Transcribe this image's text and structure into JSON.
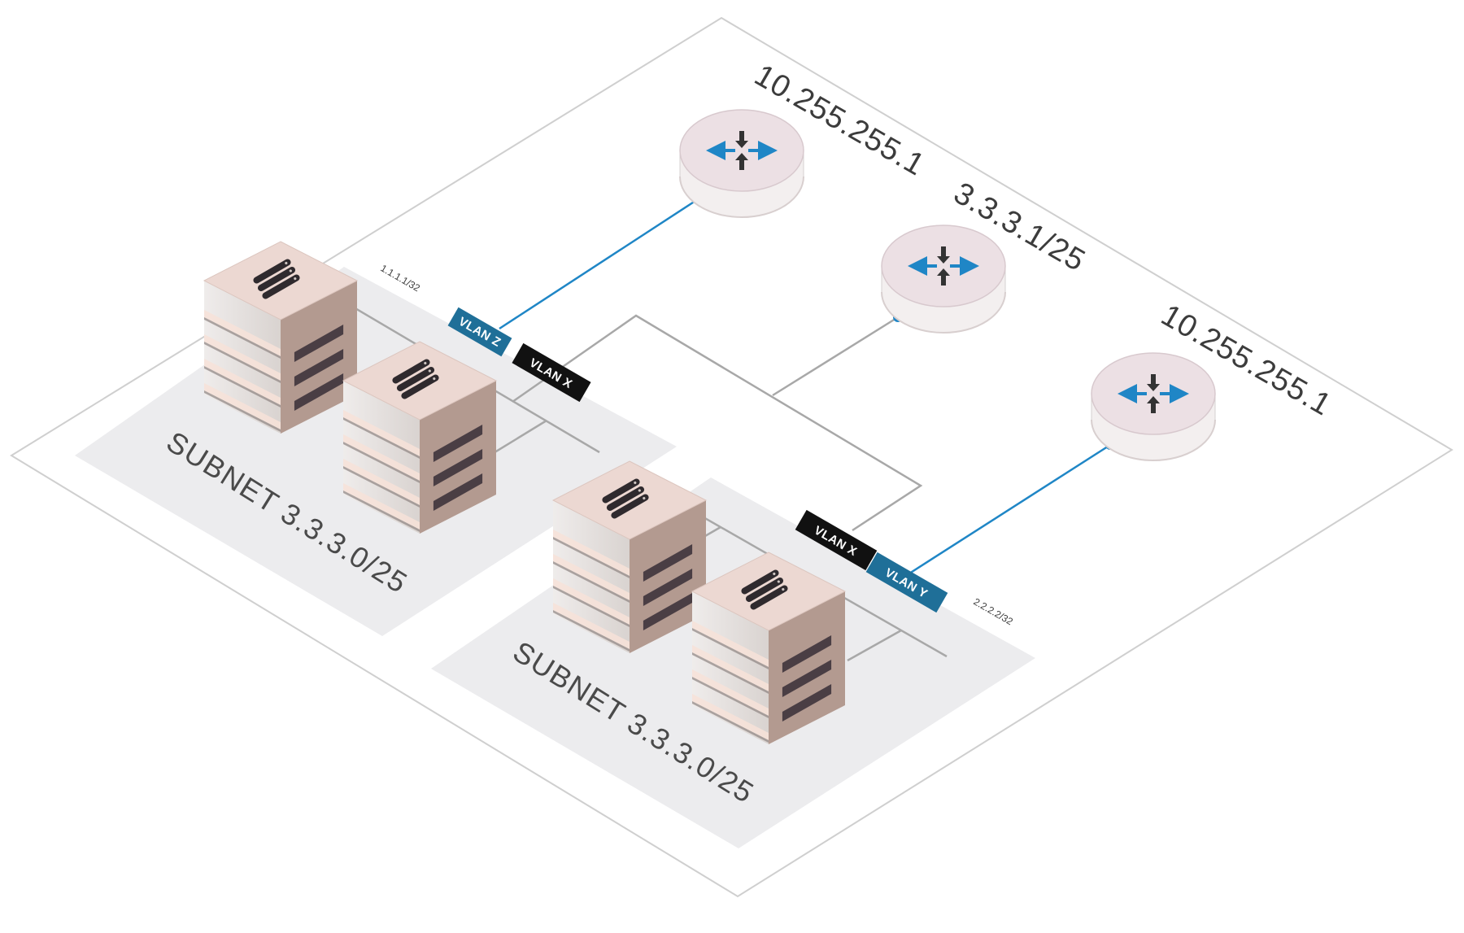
{
  "colors": {
    "background": "#ffffff",
    "outline": "#cfcfcf",
    "zone": "#ececee",
    "cable": "#a8a8a8",
    "accent_line": "#1f86c6",
    "vlan_blue": "#1f6f98",
    "vlan_black": "#111111",
    "router_top": "#ece0e4",
    "router_side": "#f3efef",
    "server_top": "#ecd8d2",
    "server_left": "#e6e3e1",
    "server_right": "#b39a90",
    "server_slot": "#4a3e44"
  },
  "zones": [
    {
      "subnet_label": "SUBNET 3.3.3.0/25",
      "ip_label": "1.1.1.1/32"
    },
    {
      "subnet_label": "SUBNET 3.3.3.0/25",
      "ip_label": "2.2.2.2/32"
    }
  ],
  "routers": [
    {
      "label": "10.255.255.1",
      "icon": "router-icon"
    },
    {
      "label": "3.3.3.1/25",
      "icon": "router-icon"
    },
    {
      "label": "10.255.255.1",
      "icon": "router-icon"
    }
  ],
  "vlan_tags": [
    {
      "label": "VLAN Z",
      "style": "blue"
    },
    {
      "label": "VLAN X",
      "style": "black"
    },
    {
      "label": "VLAN X",
      "style": "black"
    },
    {
      "label": "VLAN Y",
      "style": "blue"
    }
  ],
  "servers": [
    {
      "icon": "server-icon"
    },
    {
      "icon": "server-icon"
    },
    {
      "icon": "server-icon"
    },
    {
      "icon": "server-icon"
    }
  ]
}
